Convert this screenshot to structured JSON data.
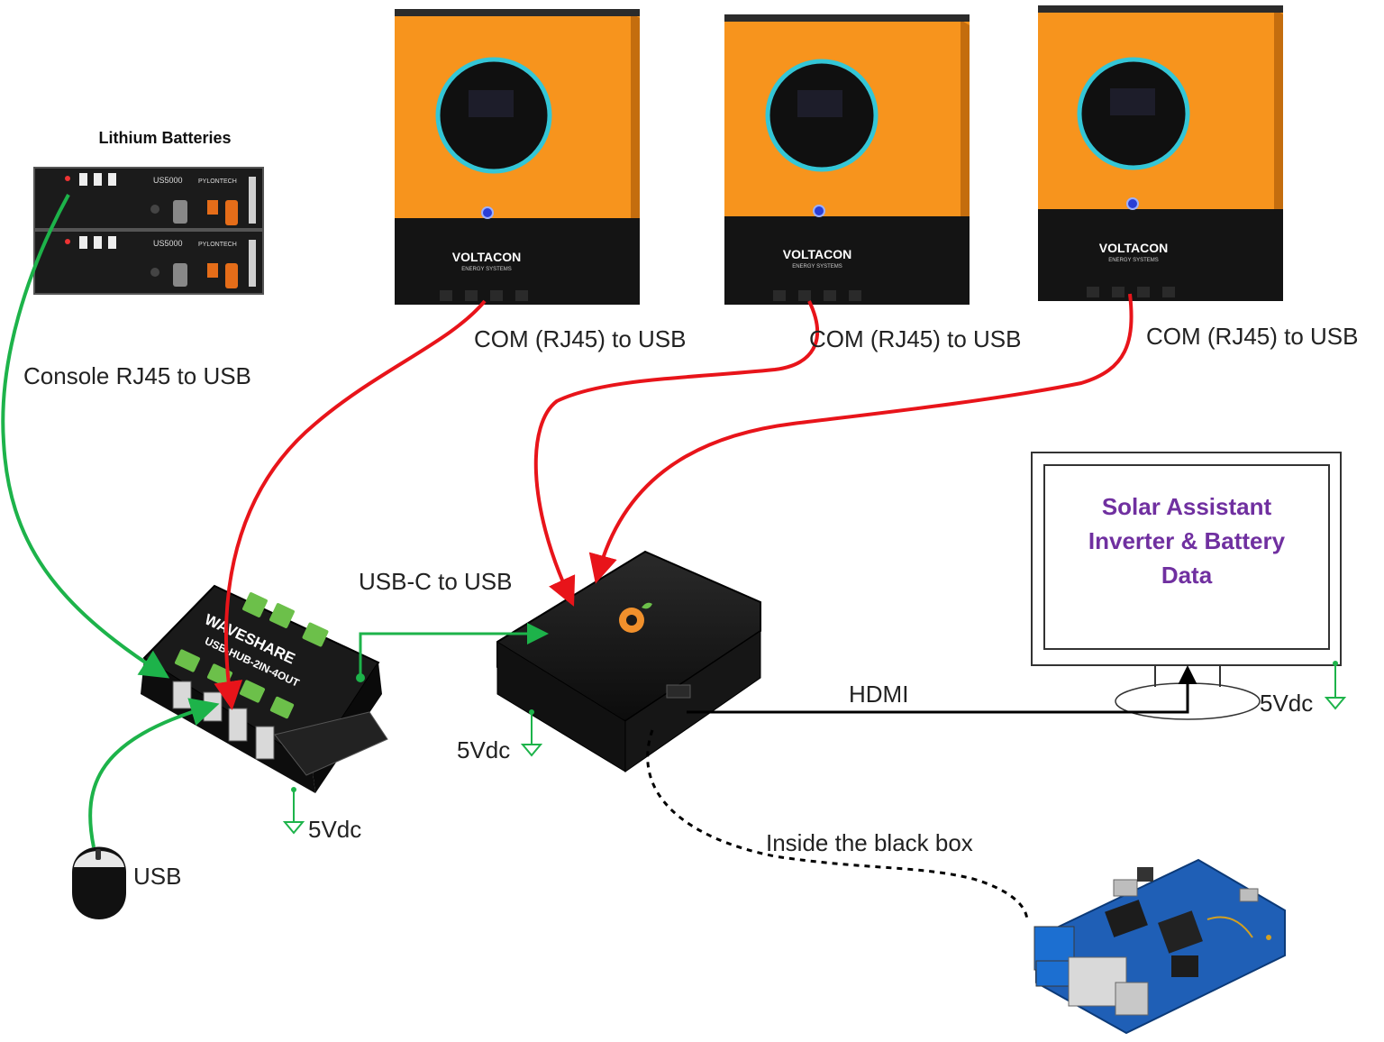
{
  "batteries": {
    "title": "Lithium Batteries",
    "units": [
      {
        "model": "US5000",
        "brand": "PYLONTECH"
      },
      {
        "model": "US5000",
        "brand": "PYLONTECH"
      }
    ]
  },
  "inverters": [
    {
      "brand": "VOLTACON",
      "sub": "ENERGY SYSTEMS",
      "link_label": "COM (RJ45) to USB"
    },
    {
      "brand": "VOLTACON",
      "sub": "ENERGY SYSTEMS",
      "link_label": "COM (RJ45) to USB"
    },
    {
      "brand": "VOLTACON",
      "sub": "ENERGY SYSTEMS",
      "link_label": "COM (RJ45) to USB"
    }
  ],
  "links": {
    "battery_console": "Console RJ45 to USB",
    "usbc": "USB-C to USB",
    "hdmi": "HDMI",
    "mouse": "USB",
    "inside": "Inside the black box"
  },
  "hub": {
    "brand": "WAVESHARE",
    "model": "USB-HUB-2IN-4OUT",
    "power": "5Vdc"
  },
  "sbc": {
    "power": "5Vdc"
  },
  "monitor": {
    "lines": [
      "Solar Assistant",
      "Inverter & Battery",
      "Data"
    ],
    "power": "5Vdc"
  },
  "colors": {
    "inverter_orange": "#f7941d",
    "cable_red": "#e8141a",
    "cable_green": "#1db34a",
    "monitor_text": "#7030a0"
  }
}
